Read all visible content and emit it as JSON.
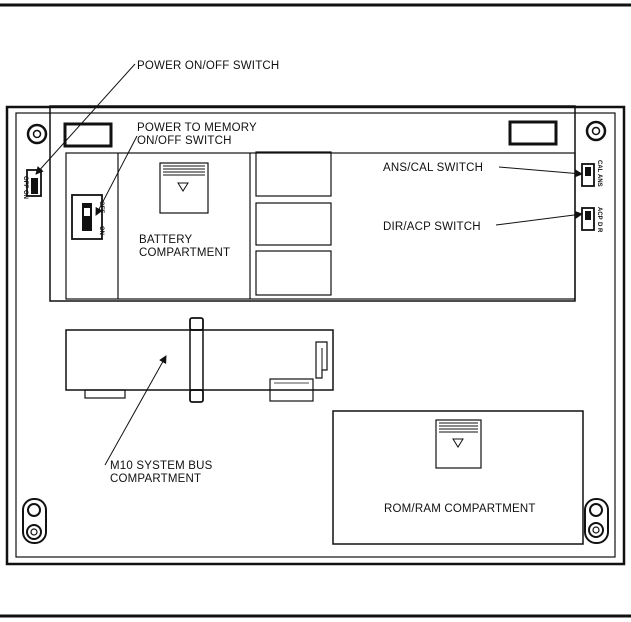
{
  "labels": {
    "power_switch": "POWER ON/OFF SWITCH",
    "memory_switch_line1": "POWER TO MEMORY",
    "memory_switch_line2": "ON/OFF SWITCH",
    "battery_line1": "BATTERY",
    "battery_line2": "COMPARTMENT",
    "ans_cal_switch": "ANS/CAL SWITCH",
    "dir_acp_switch": "DIR/ACP SWITCH",
    "bus_line1": "M10 SYSTEM BUS",
    "bus_line2": "COMPARTMENT",
    "rom_ram": "ROM/RAM COMPARTMENT"
  },
  "switch_marks": {
    "power_off": "OFF",
    "power_on": "ON",
    "memory_off": "OFF",
    "memory_on": "ON",
    "ans": "ANS",
    "cal": "CAL",
    "dir": "D R",
    "acp": "ACP"
  }
}
